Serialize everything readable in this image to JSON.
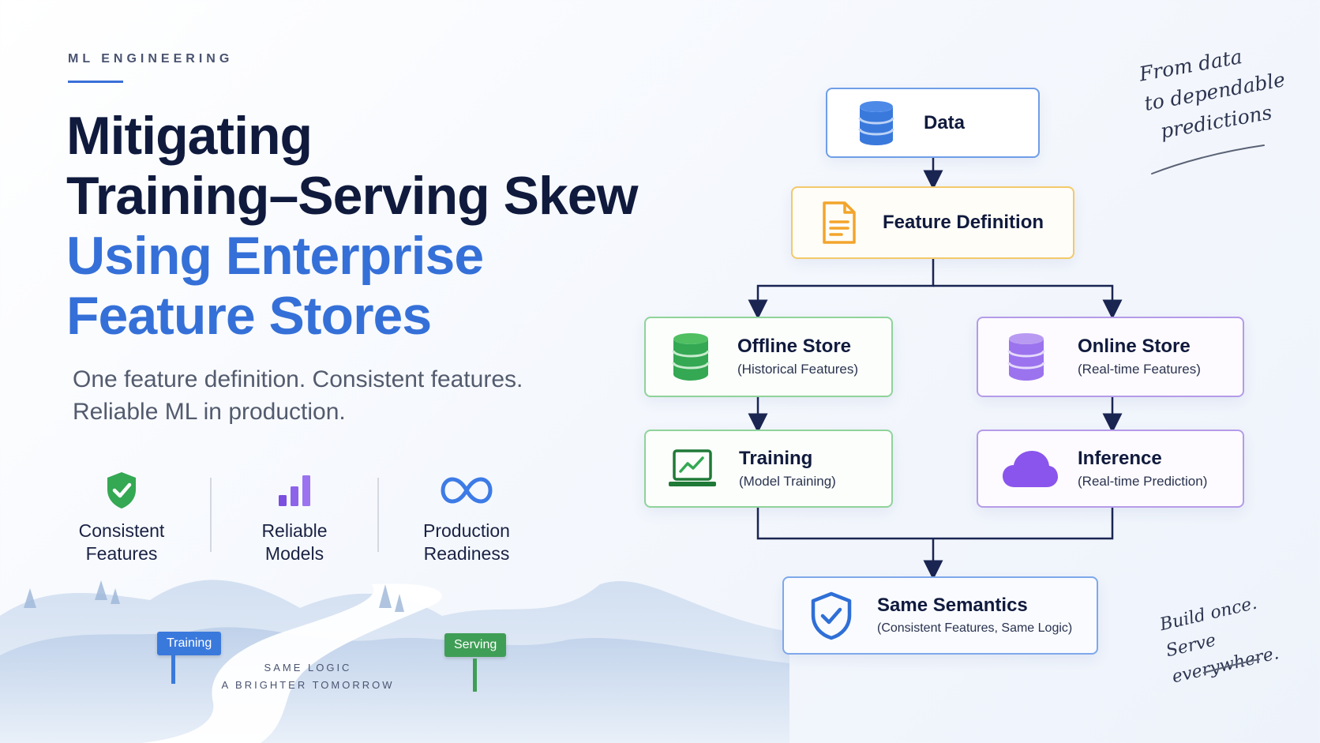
{
  "header": {
    "eyebrow": "ML ENGINEERING",
    "title_line1": "Mitigating",
    "title_line2": "Training–Serving Skew",
    "title_line3": "Using Enterprise",
    "title_line4": "Feature Stores",
    "subtitle_line1": "One feature definition. Consistent features.",
    "subtitle_line2": "Reliable ML in production."
  },
  "benefits": [
    {
      "label_line1": "Consistent",
      "label_line2": "Features",
      "icon": "shield-check-icon"
    },
    {
      "label_line1": "Reliable",
      "label_line2": "Models",
      "icon": "bar-chart-icon"
    },
    {
      "label_line1": "Production",
      "label_line2": "Readiness",
      "icon": "infinity-icon"
    }
  ],
  "landscape": {
    "sign_training": "Training",
    "sign_serving": "Serving",
    "caption_line1": "SAME LOGIC",
    "caption_line2": "A BRIGHTER TOMORROW"
  },
  "diagram": {
    "data": {
      "title": "Data"
    },
    "feature_definition": {
      "title": "Feature Definition"
    },
    "offline_store": {
      "title": "Offline Store",
      "subtitle": "(Historical Features)"
    },
    "online_store": {
      "title": "Online Store",
      "subtitle": "(Real-time Features)"
    },
    "training": {
      "title": "Training",
      "subtitle": "(Model Training)"
    },
    "inference": {
      "title": "Inference",
      "subtitle": "(Real-time Prediction)"
    },
    "same_semantics": {
      "title": "Same Semantics",
      "subtitle": "(Consistent Features, Same Logic)"
    }
  },
  "notes": {
    "top_line1": "From data",
    "top_line2": "to dependable",
    "top_line3": "predictions",
    "bottom_line1": "Build once.",
    "bottom_line2": "Serve everywhere."
  },
  "colors": {
    "title_blue": "#3570d8",
    "data_border": "#6f9ee8",
    "feature_border": "#f3c96a",
    "offline_border": "#8fd39a",
    "online_border": "#b59be8",
    "arrow": "#1a2552"
  }
}
